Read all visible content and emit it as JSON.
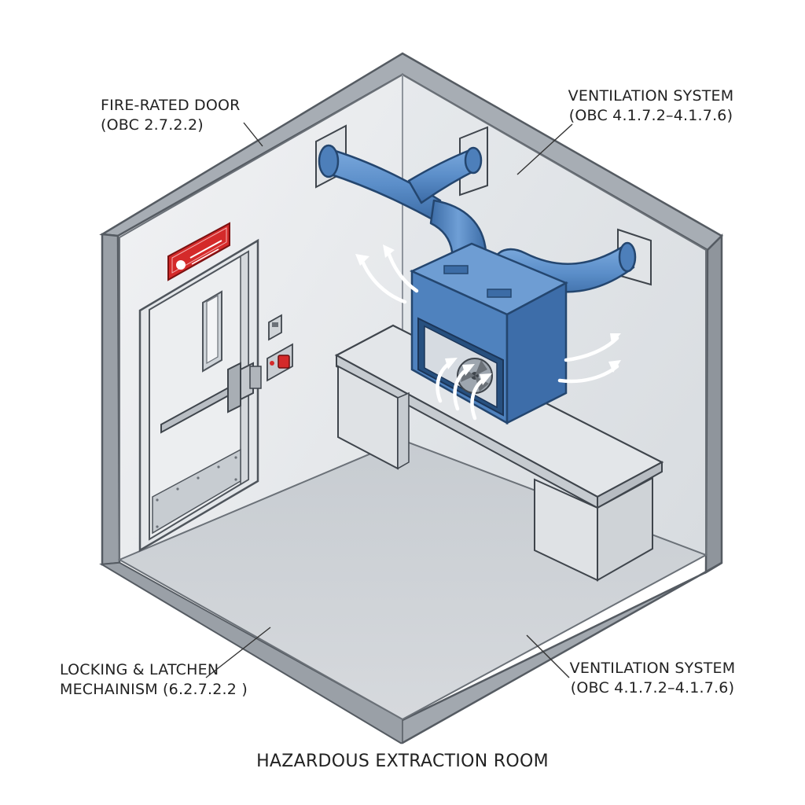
{
  "title": "HAZARDOUS EXTRACTION ROOM",
  "callouts": {
    "fire_door": {
      "line1": "FIRE-RATED DOOR",
      "line2": "(OBC 2.7.2.2)"
    },
    "ventilation_top": {
      "line1": "VENTILATION SYSTEM",
      "line2": "(OBC 4.1.7.2–4.1.7.6)"
    },
    "locking": {
      "line1": "LOCKING & LATCHEN",
      "line2": "MECHAINISM (6.2.7.2.2 )"
    },
    "ventilation_bottom": {
      "line1": "VENTILATION SYSTEM",
      "line2": "(OBC 4.1.7.2–4.1.7.6)"
    }
  },
  "colors": {
    "wall_light": "#e9ebee",
    "wall_right": "#dfe2e6",
    "floor": "#ced2d7",
    "wall_cap": "#9aa0a7",
    "duct_blue": "#5b8ec9",
    "duct_dark": "#2f5f99",
    "sign_red": "#d42a2a",
    "airflow": "#ffffff"
  },
  "icons": {
    "exit_sign": "exit-sign-icon",
    "emergency_button": "emergency-stop-icon",
    "fan": "fan-icon",
    "airflow": "airflow-arrow-icon"
  }
}
